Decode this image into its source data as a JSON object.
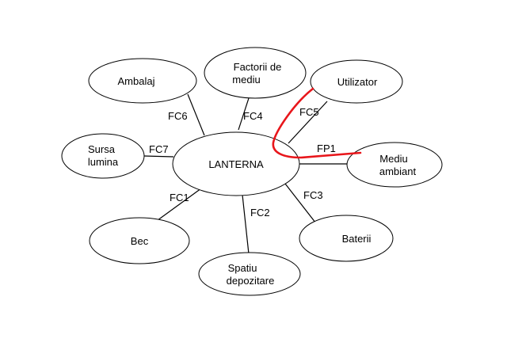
{
  "diagram": {
    "center": "LANTERNA",
    "nodes": [
      {
        "id": "ambalaj",
        "lines": [
          "Ambalaj"
        ]
      },
      {
        "id": "factorii",
        "lines": [
          "Factorii de",
          "mediu"
        ]
      },
      {
        "id": "utilizator",
        "lines": [
          "Utilizator"
        ]
      },
      {
        "id": "sursa",
        "lines": [
          "Sursa",
          "lumina"
        ]
      },
      {
        "id": "mediu",
        "lines": [
          "Mediu",
          "ambiant"
        ]
      },
      {
        "id": "bec",
        "lines": [
          "Bec"
        ]
      },
      {
        "id": "spatiu",
        "lines": [
          "Spatiu",
          "depozitare"
        ]
      },
      {
        "id": "baterii",
        "lines": [
          "Baterii"
        ]
      }
    ],
    "edges": [
      {
        "id": "fc6",
        "label": "FC6",
        "to": "ambalaj"
      },
      {
        "id": "fc4",
        "label": "FC4",
        "to": "factorii"
      },
      {
        "id": "fc5",
        "label": "FC5",
        "to": "utilizator"
      },
      {
        "id": "fc7",
        "label": "FC7",
        "to": "sursa"
      },
      {
        "id": "fc1",
        "label": "FC1",
        "to": "bec"
      },
      {
        "id": "fc2",
        "label": "FC2",
        "to": "spatiu"
      },
      {
        "id": "fc3",
        "label": "FC3",
        "to": "baterii"
      },
      {
        "id": "mediu-link",
        "label": "",
        "to": "mediu"
      }
    ],
    "principal": {
      "label": "FP1",
      "from": "utilizator",
      "to": "mediu"
    },
    "colors": {
      "line": "#000000",
      "principal": "#e8161b",
      "fill": "#ffffff"
    }
  }
}
